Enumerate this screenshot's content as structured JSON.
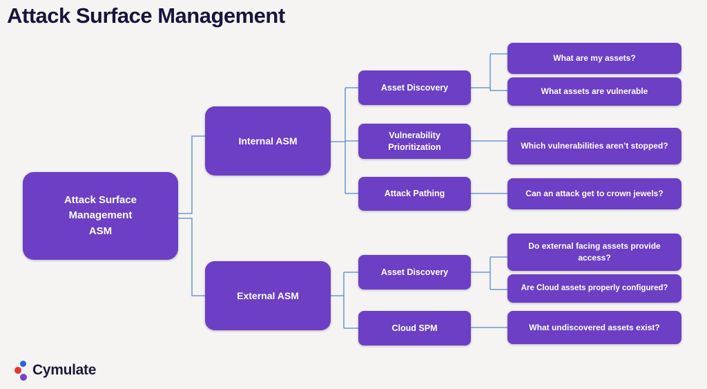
{
  "title": "Attack Surface Management",
  "colors": {
    "background": "#F5F4F2",
    "node_fill": "#6C3FC4",
    "node_text": "#FFFFFF",
    "connector": "#5585CB",
    "title_text": "#16153E",
    "logo_text": "#1B1B3A",
    "logo_dot_blue": "#2663E8",
    "logo_dot_red": "#E8352E",
    "logo_dot_purple": "#7E3FD0"
  },
  "nodes": {
    "root": {
      "label": "Attack Surface Management",
      "sublabel": "ASM"
    },
    "internal_asm": {
      "label": "Internal ASM"
    },
    "external_asm": {
      "label": "External ASM"
    },
    "internal_asset_discovery": {
      "label": "Asset Discovery"
    },
    "vulnerability_prioritization": {
      "label": "Vulnerability Prioritization"
    },
    "attack_pathing": {
      "label": "Attack Pathing"
    },
    "external_asset_discovery": {
      "label": "Asset Discovery"
    },
    "cloud_spm": {
      "label": "Cloud SPM"
    },
    "what_are_my_assets": {
      "label": "What are my assets?"
    },
    "what_assets_are_vulnerable": {
      "label": "What assets are vulnerable"
    },
    "which_vulnerabilities": {
      "label": "Which vulnerabilities aren’t stopped?"
    },
    "crown_jewels": {
      "label": "Can an attack get to crown jewels?"
    },
    "external_facing_access": {
      "label": "Do external facing assets provide access?"
    },
    "cloud_configured": {
      "label": "Are Cloud assets properly configured?"
    },
    "undiscovered_assets": {
      "label": "What undiscovered assets exist?"
    }
  },
  "logo": {
    "text": "Cymulate"
  }
}
